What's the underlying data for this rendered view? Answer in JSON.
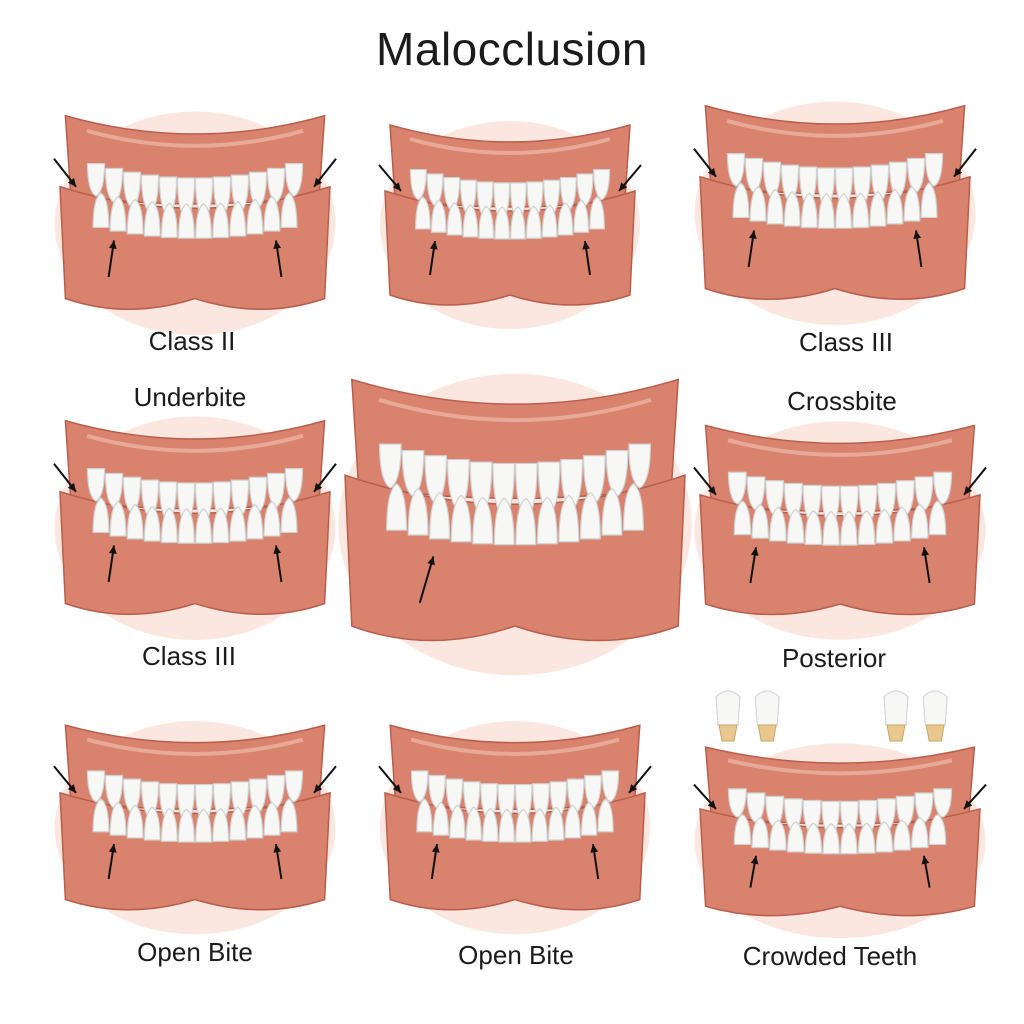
{
  "title": "Malocclusion",
  "labels": {
    "class_ii": "Class II",
    "class_iii_top": "Class III",
    "underbite": "Underbite",
    "crossbite": "Crossbite",
    "class_iii_mid": "Class III",
    "posterior": "Posterior",
    "open_bite_left": "Open Bite",
    "open_bite_center": "Open Bite",
    "crowded_teeth": "Crowded Teeth"
  },
  "colors": {
    "gum": "#d9826e",
    "gum_dark": "#b95e4c",
    "gum_light": "#f3c3b2",
    "tooth": "#f7f7f5",
    "tooth_shade": "#cfd2d2",
    "root": "#e8c88e",
    "arrow": "#111111"
  },
  "panels": [
    {
      "name": "panel-class-ii",
      "variant": "standard"
    },
    {
      "name": "panel-top-center",
      "variant": "standard"
    },
    {
      "name": "panel-class-iii-top",
      "variant": "standard"
    },
    {
      "name": "panel-underbite",
      "variant": "standard"
    },
    {
      "name": "panel-large-center",
      "variant": "large"
    },
    {
      "name": "panel-crossbite",
      "variant": "standard"
    },
    {
      "name": "panel-open-bite-left",
      "variant": "standard"
    },
    {
      "name": "panel-open-bite-center",
      "variant": "standard"
    },
    {
      "name": "panel-crowded-teeth",
      "variant": "crowded"
    }
  ]
}
